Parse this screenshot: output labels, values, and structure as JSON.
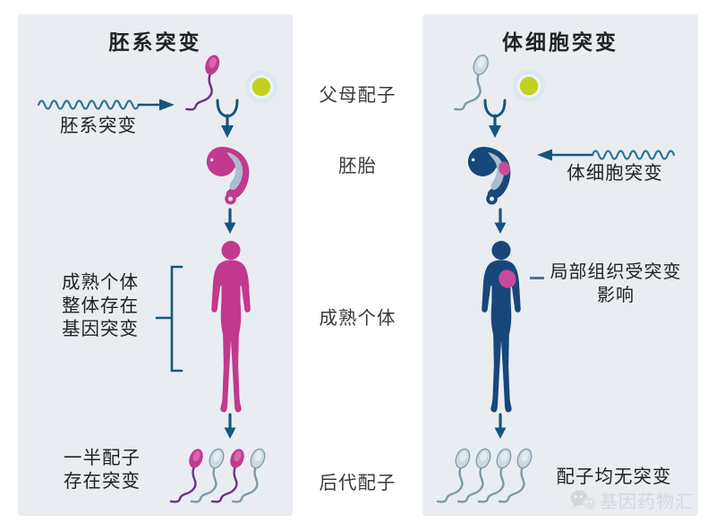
{
  "left_panel": {
    "title": "胚系突变",
    "mutation_label": "胚系突变",
    "adult_note": {
      "line1": "成熟个体",
      "line2": "整体存在",
      "line3": "基因突变"
    },
    "gamete_note": {
      "line1": "一半配子",
      "line2": "存在突变"
    }
  },
  "center_labels": {
    "parental_gametes": "父母配子",
    "embryo": "胚胎",
    "adult": "成熟个体",
    "offspring_gametes": "后代配子"
  },
  "right_panel": {
    "title": "体细胞突变",
    "mutation_label": "体细胞突变",
    "tissue_note": {
      "line1": "局部组织受突变",
      "line2": "影响"
    },
    "gamete_note": "配子均无突变"
  },
  "watermark": {
    "text": "基因药物汇"
  },
  "colors": {
    "page_bg": "#ffffff",
    "panel_bg": "#e9edf2",
    "germline_pink": "#c2398e",
    "germline_pink_light": "#d668ae",
    "somatic_navy": "#17477a",
    "tail_purple": "#6f2f87",
    "sperm_gray_fill": "#ccd9df",
    "sperm_gray_inner": "#e3ebee",
    "sperm_gray_line": "#7e9aa8",
    "egg_yellow": "#c3d31d",
    "egg_halo": "#dce8f3",
    "egg_ring": "#eff4f8",
    "arrow_navy": "#16567e",
    "wave_teal": "#2d7396",
    "embryo_inner": "#aebccf",
    "spot_pink": "#c84b9b",
    "connector_gray": "#4f738f",
    "text_dark": "#222222",
    "label_gray": "#3a3a3a",
    "watermark_gray": "#d3d8dc",
    "watermark_gray2": "#dde2e5"
  }
}
